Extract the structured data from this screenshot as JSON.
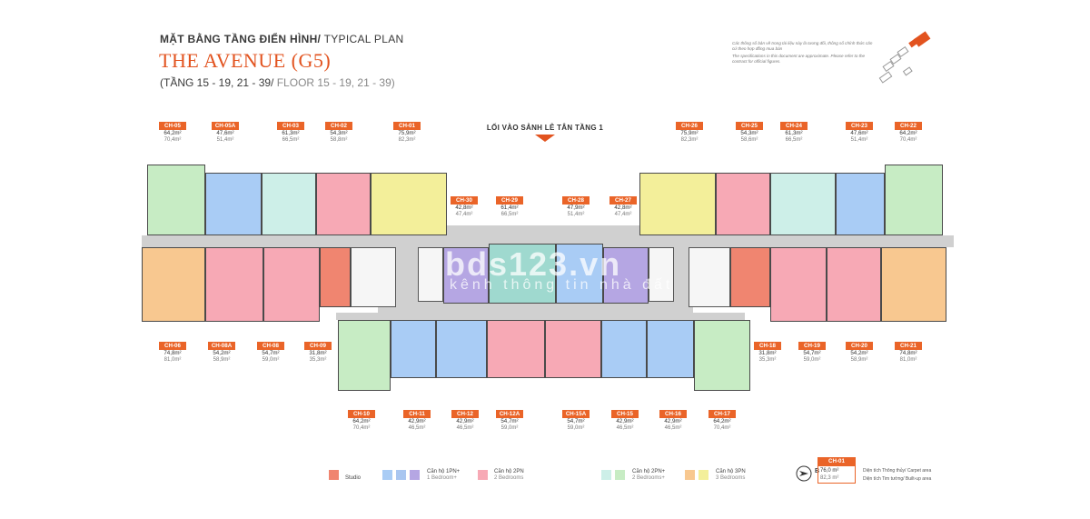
{
  "header": {
    "subtitle_bold": "MẶT BẰNG TẦNG ĐIỂN HÌNH/",
    "subtitle_light": " TYPICAL PLAN",
    "title": "THE AVENUE (G5)",
    "floor_vi": "(TẦNG 15 - 19, 21 - 39/",
    "floor_en": " FLOOR 15 - 19, 21 - 39)"
  },
  "note": {
    "vi": "Các thông số bản vẽ trong tài liệu này là tương đối, thông số chính thức căn cứ theo hợp đồng mua bán",
    "en": "The specifications in this document are approximate. Please refer to the contract for official figures."
  },
  "entrance": "LỐI VÀO SẢNH LỄ TÂN TẦNG 1",
  "watermark": {
    "main": "bds123.vn",
    "sub": "kênh thông tin nhà đất"
  },
  "colors": {
    "studio": "#f08570",
    "one_br": "#a9ccf5",
    "one_br_alt": "#b5a6e3",
    "two_br": "#f7a9b5",
    "two_br_plus": "#c7ecc4",
    "two_br_plus_alt": "#cdefe8",
    "three_br": "#f8c890",
    "three_br_alt": "#f3ef9a",
    "accent": "#ea6428"
  },
  "units": [
    {
      "code": "CH-05",
      "a1": "64,2m²",
      "a2": "70,4m²"
    },
    {
      "code": "CH-05A",
      "a1": "47,6m²",
      "a2": "51,4m²"
    },
    {
      "code": "CH-03",
      "a1": "61,3m²",
      "a2": "66,5m²"
    },
    {
      "code": "CH-02",
      "a1": "54,3m²",
      "a2": "58,8m²"
    },
    {
      "code": "CH-01",
      "a1": "75,9m²",
      "a2": "82,3m²"
    },
    {
      "code": "CH-30",
      "a1": "42,8m²",
      "a2": "47,4m²"
    },
    {
      "code": "CH-29",
      "a1": "61,4m²",
      "a2": "66,5m²"
    },
    {
      "code": "CH-28",
      "a1": "47,9m²",
      "a2": "51,4m²"
    },
    {
      "code": "CH-27",
      "a1": "42,8m²",
      "a2": "47,4m²"
    },
    {
      "code": "CH-26",
      "a1": "75,9m²",
      "a2": "82,3m²"
    },
    {
      "code": "CH-25",
      "a1": "54,3m²",
      "a2": "58,6m²"
    },
    {
      "code": "CH-24",
      "a1": "61,3m²",
      "a2": "66,5m²"
    },
    {
      "code": "CH-23",
      "a1": "47,6m²",
      "a2": "51,4m²"
    },
    {
      "code": "CH-22",
      "a1": "64,2m²",
      "a2": "70,4m²"
    },
    {
      "code": "CH-06",
      "a1": "74,8m²",
      "a2": "81,0m²"
    },
    {
      "code": "CH-08A",
      "a1": "54,2m²",
      "a2": "58,9m²"
    },
    {
      "code": "CH-08",
      "a1": "54,7m²",
      "a2": "59,0m²"
    },
    {
      "code": "CH-09",
      "a1": "31,8m²",
      "a2": "35,3m²"
    },
    {
      "code": "CH-18",
      "a1": "31,8m²",
      "a2": "35,3m²"
    },
    {
      "code": "CH-19",
      "a1": "54,7m²",
      "a2": "59,0m²"
    },
    {
      "code": "CH-20",
      "a1": "54,2m²",
      "a2": "58,9m²"
    },
    {
      "code": "CH-21",
      "a1": "74,8m²",
      "a2": "81,0m²"
    },
    {
      "code": "CH-10",
      "a1": "64,2m²",
      "a2": "70,4m²"
    },
    {
      "code": "CH-11",
      "a1": "42,9m²",
      "a2": "46,5m²"
    },
    {
      "code": "CH-12",
      "a1": "42,9m²",
      "a2": "46,5m²"
    },
    {
      "code": "CH-12A",
      "a1": "54,7m²",
      "a2": "59,0m²"
    },
    {
      "code": "CH-15A",
      "a1": "54,7m²",
      "a2": "59,0m²"
    },
    {
      "code": "CH-15",
      "a1": "42,9m²",
      "a2": "46,5m²"
    },
    {
      "code": "CH-16",
      "a1": "42,9m²",
      "a2": "46,5m²"
    },
    {
      "code": "CH-17",
      "a1": "64,2m²",
      "a2": "70,4m²"
    }
  ],
  "legend": {
    "studio": "Studio",
    "one_br_vi": "Căn hộ 1PN+",
    "one_br_en": "1 Bedroom+",
    "two_br_vi": "Căn hộ 2PN",
    "two_br_en": "2 Bedrooms",
    "two_br_plus_vi": "Căn hộ 2PN+",
    "two_br_plus_en": "2 Bedrooms+",
    "three_br_vi": "Căn hộ 3PN",
    "three_br_en": "3 Bedrooms"
  },
  "key": {
    "code": "CH-01",
    "a1": "76,0 m²",
    "a2": "82,3 m²",
    "carpet": "Diện tích Thông thủy/ Carpet area",
    "builtup": "Diện tích Tim tường/ Built-up area"
  },
  "compass_label": "B"
}
